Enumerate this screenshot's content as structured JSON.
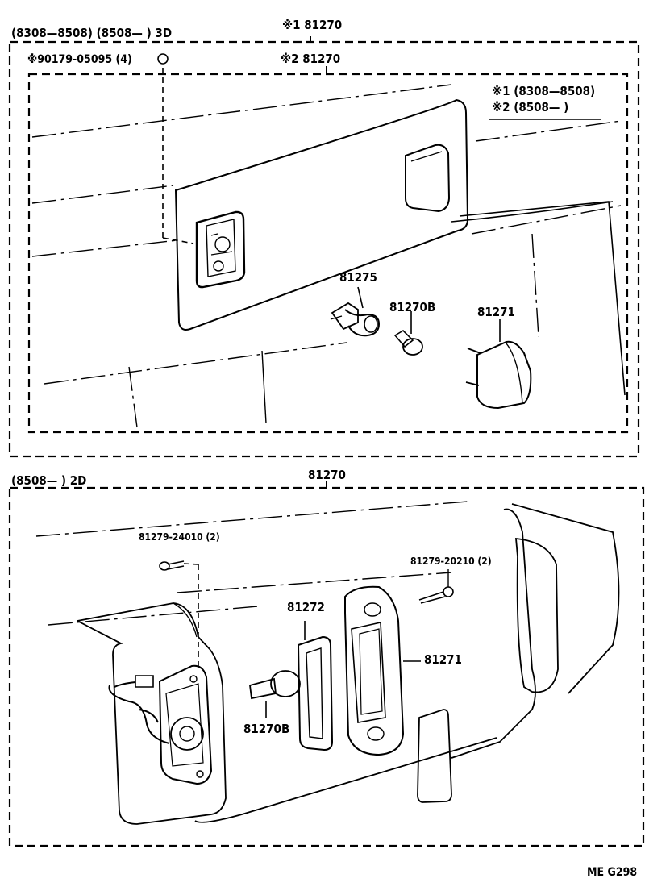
{
  "top_panel": {
    "header_left": "(8308—8508) (8508—        ) 3D",
    "header_main": "※1 81270",
    "sub_header": "※2 81270",
    "clip_label": "※90179-05095 (4)",
    "legend_line_1": "※1 (8308—8508)",
    "legend_line_2": "※2 (8508—        )",
    "part_81275": "81275",
    "part_81270b": "81270B",
    "part_81271": "81271"
  },
  "bottom_panel": {
    "header_left": "(8508—        ) 2D",
    "header_main": "81270",
    "screw_left_label": "81279-24010 (2)",
    "screw_right_label": "81279-20210 (2)",
    "part_81272": "81272",
    "part_81271": "81271",
    "part_81270b": "81270B"
  },
  "footer": {
    "code": "ME  G298"
  }
}
